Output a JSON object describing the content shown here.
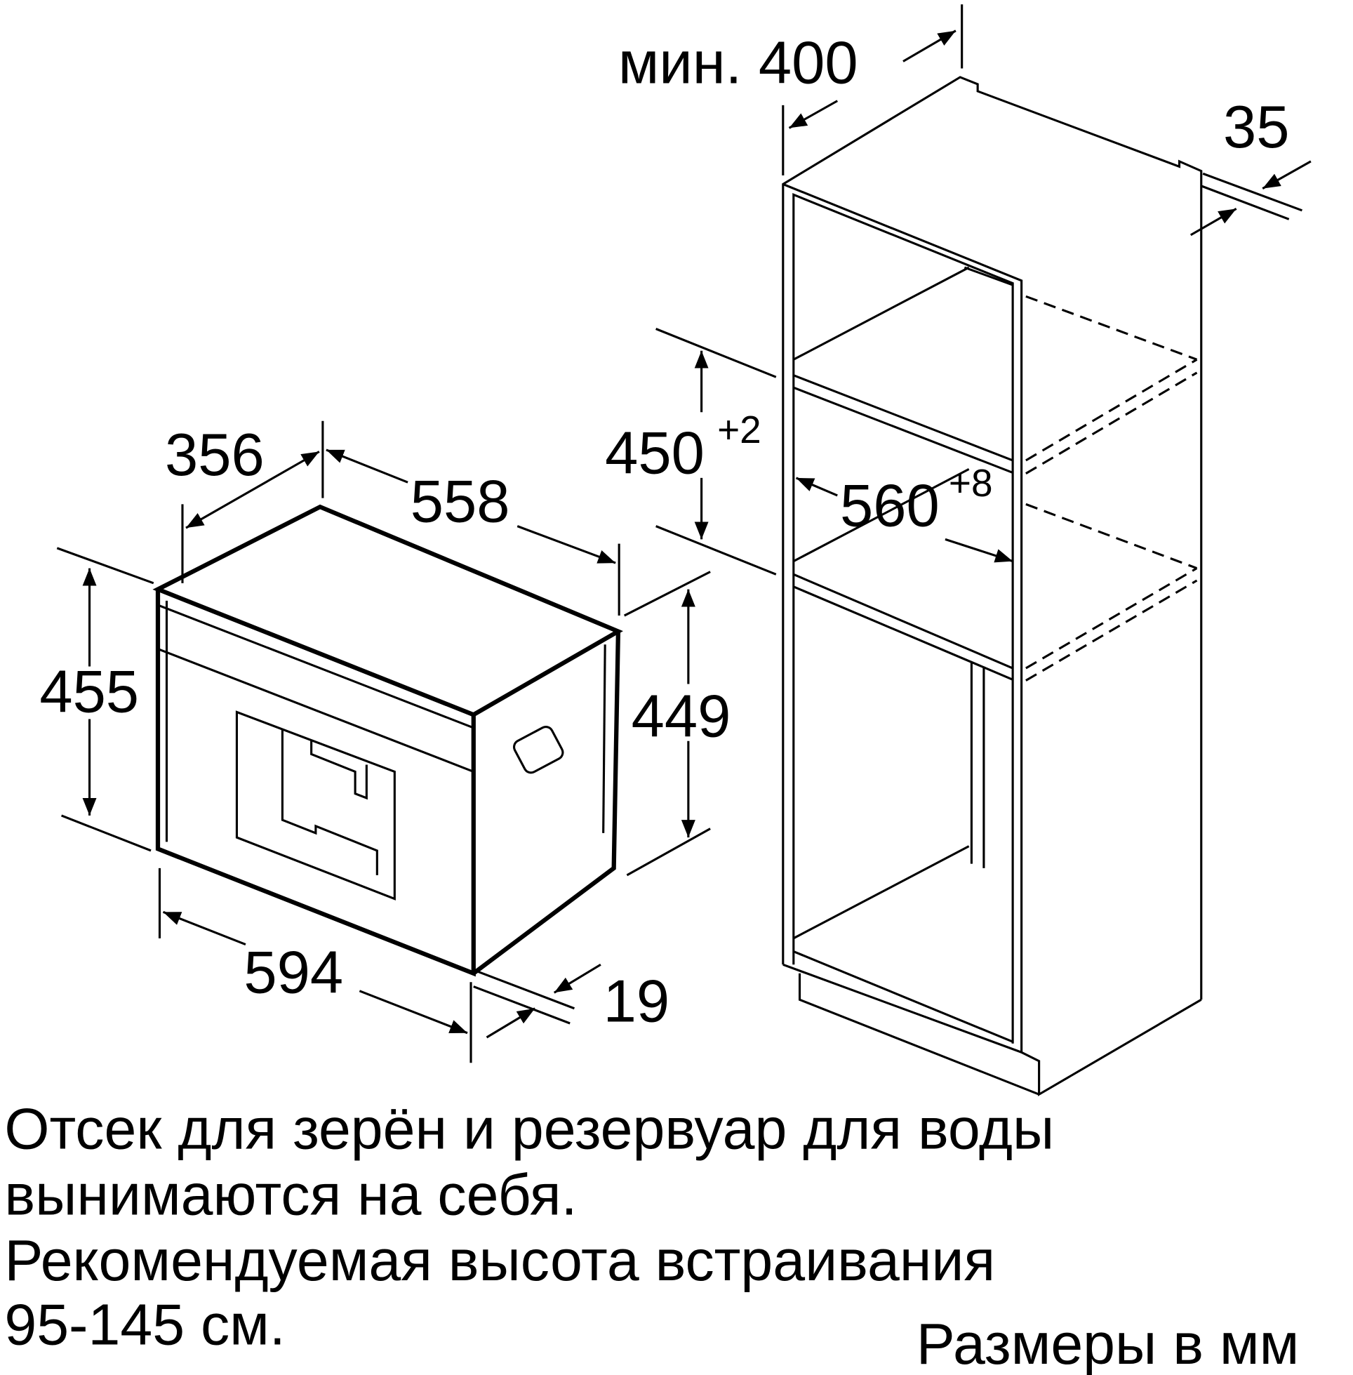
{
  "dimensions": {
    "min_depth": "мин. 400",
    "panel_thickness": "35",
    "depth": "356",
    "width_top": "558",
    "niche_height": "450",
    "niche_height_tol": "+2",
    "niche_width": "560",
    "niche_width_tol": "+8",
    "front_height": "455",
    "body_height": "449",
    "front_width": "594",
    "front_thickness": "19"
  },
  "notes": {
    "line1": "Отсек для зерён и резервуар для воды",
    "line2": "вынимаются на себя.",
    "line3": "Рекомендуемая высота встраивания",
    "line4": "95-145 см.",
    "units": "Размеры в мм"
  }
}
